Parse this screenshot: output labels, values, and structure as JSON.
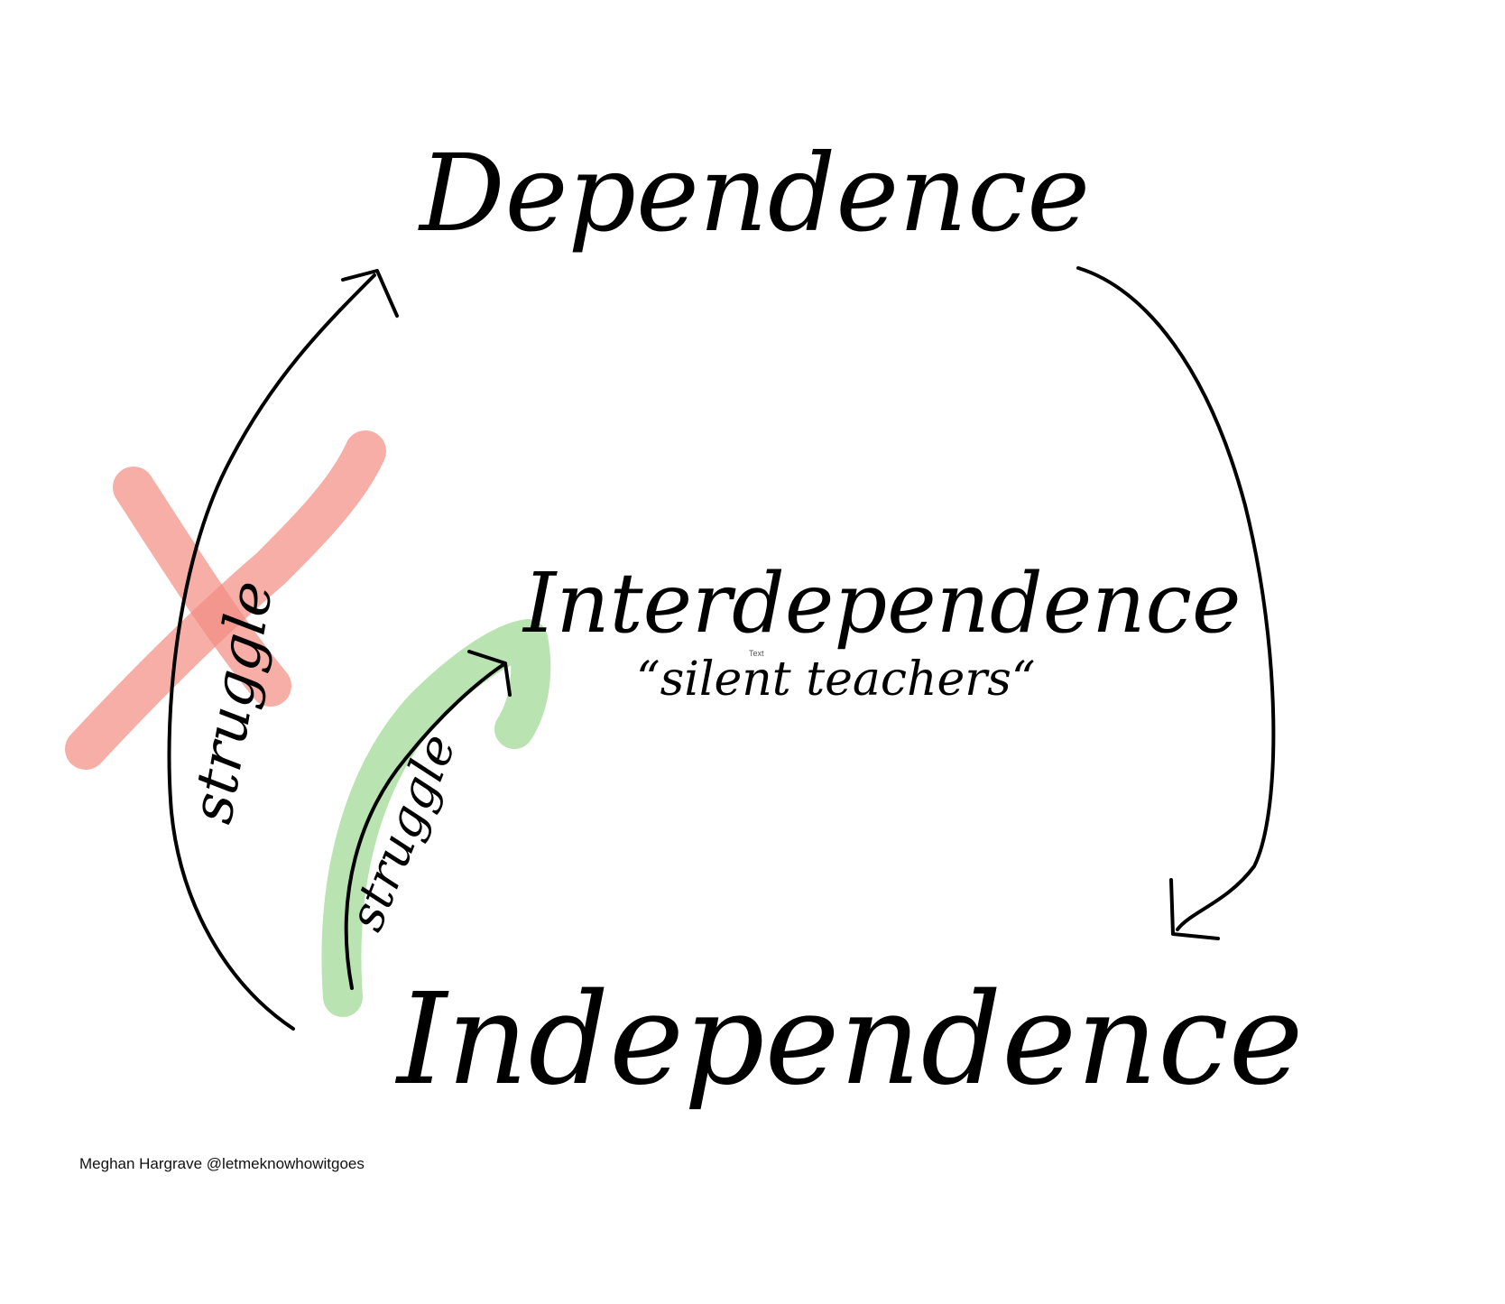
{
  "diagram": {
    "nodes": {
      "dependence": "Dependence",
      "interdependence": "Interdependence",
      "silent_teachers": "“silent teachers“",
      "independence": "Independence"
    },
    "edge_labels": {
      "struggle_outer": "struggle",
      "struggle_inner": "struggle"
    },
    "placeholder_label": "Text",
    "credit": "Meghan Hargrave @letmeknowhowitgoes",
    "colors": {
      "ink": "#000000",
      "cross_out": "#f28b82",
      "highlight": "#a8dc9c"
    }
  }
}
